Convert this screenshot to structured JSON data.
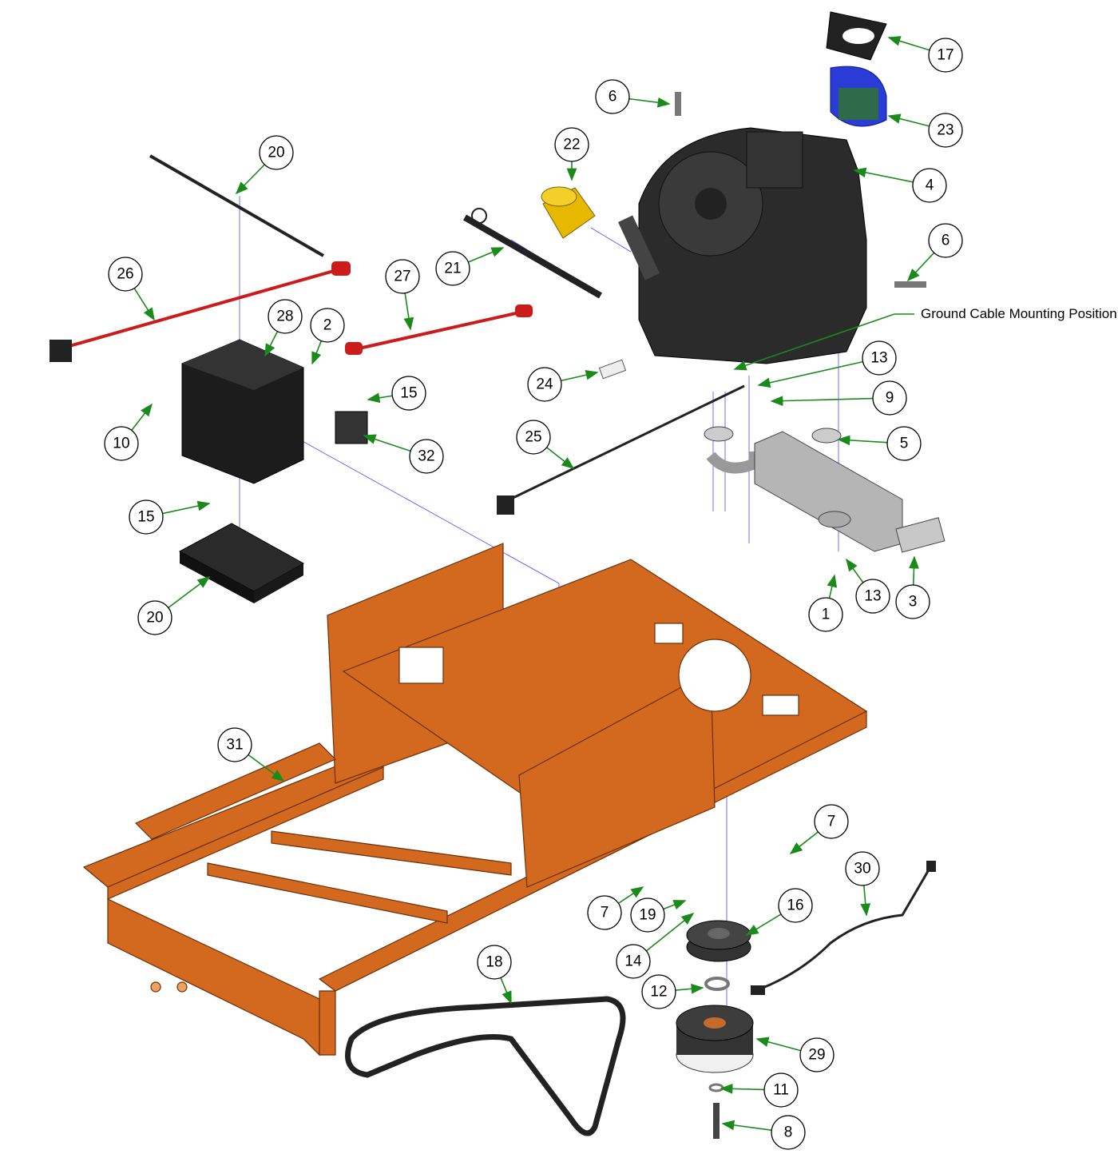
{
  "diagram": {
    "type": "exploded parts diagram",
    "note_label": "Ground Cable Mounting Position",
    "callouts": [
      "17",
      "23",
      "6",
      "22",
      "20",
      "4",
      "6",
      "21",
      "26",
      "27",
      "28",
      "2",
      "13",
      "24",
      "9",
      "15",
      "10",
      "25",
      "5",
      "32",
      "15",
      "20",
      "3",
      "13",
      "1",
      "31",
      "7",
      "30",
      "16",
      "7",
      "19",
      "14",
      "18",
      "12",
      "29",
      "11",
      "8"
    ],
    "colors": {
      "frame": "#d2691e",
      "engine": "#2b2b2b",
      "filter": "#e6b800",
      "air_filter": "#2a3bd6",
      "cable_red": "#cc1b1b",
      "leader": "#1a8a1a"
    }
  }
}
